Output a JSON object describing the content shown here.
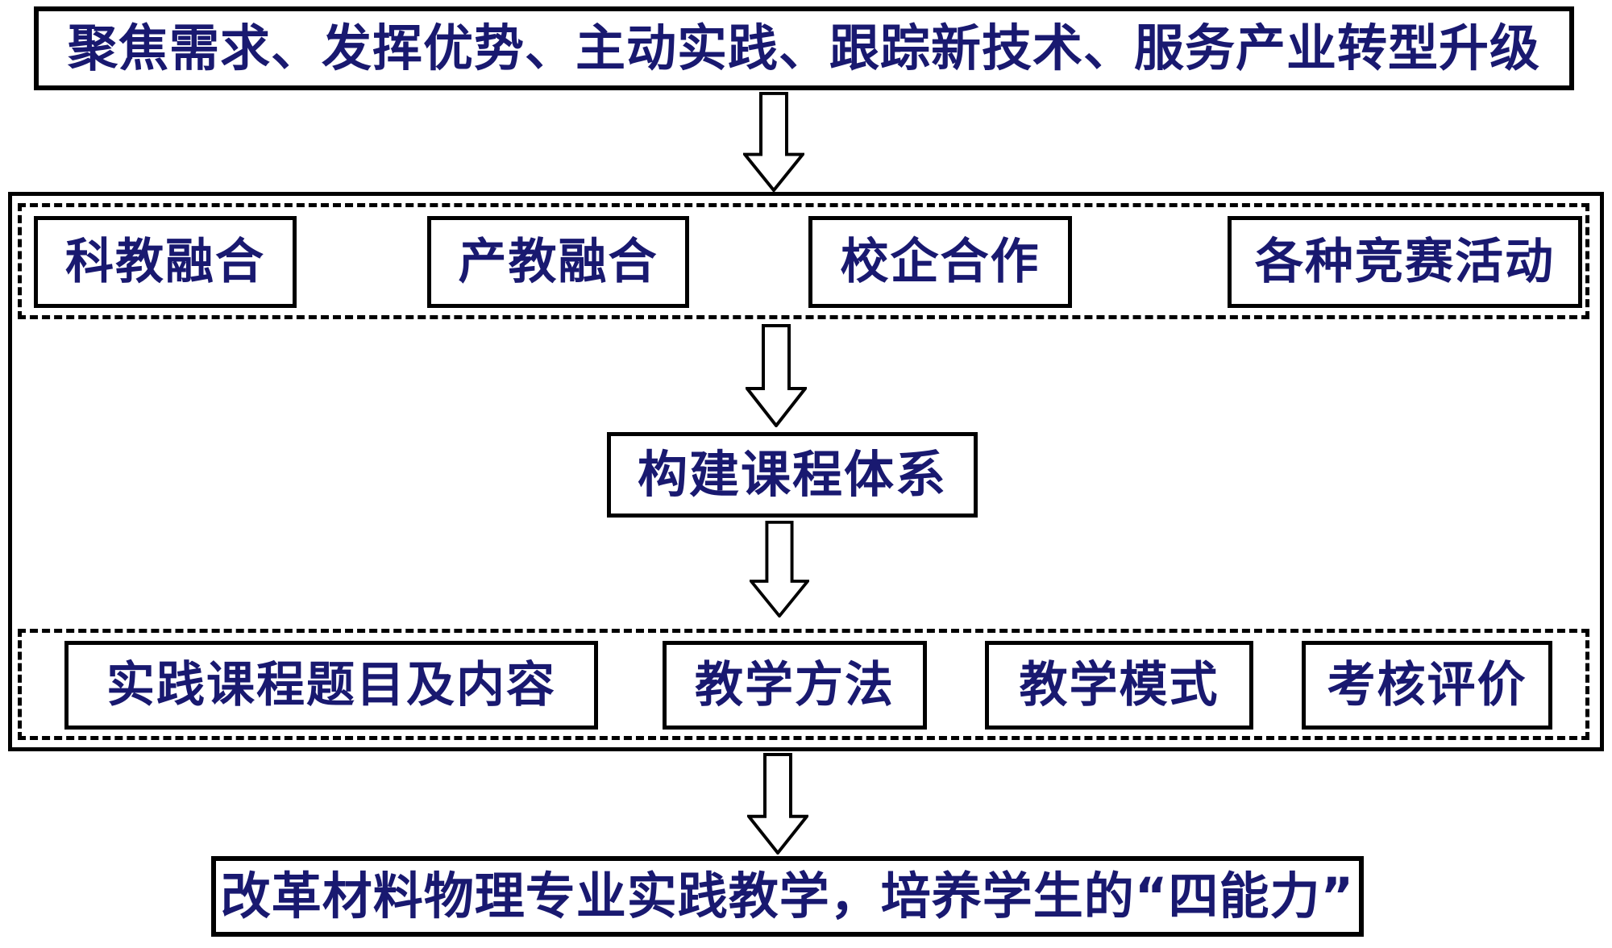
{
  "diagram": {
    "title_semantic": "practice-teaching-reform-flowchart",
    "colors": {
      "text": "#191970",
      "border": "#000000",
      "background": "#ffffff"
    },
    "top_banner": {
      "text": "聚焦需求、发挥优势、主动实践、跟踪新技术、服务产业转型升级"
    },
    "approach_boxes": [
      "科教融合",
      "产教融合",
      "校企合作",
      "各种竞赛活动"
    ],
    "curriculum_box": {
      "text": "构建课程体系"
    },
    "element_boxes": [
      "实践课程题目及内容",
      "教学方法",
      "教学模式",
      "考核评价"
    ],
    "bottom_banner": {
      "text": "改革材料物理专业实践教学，培养学生的“四能力”"
    },
    "icons": {
      "flow_arrow": "down-block-arrow"
    }
  }
}
